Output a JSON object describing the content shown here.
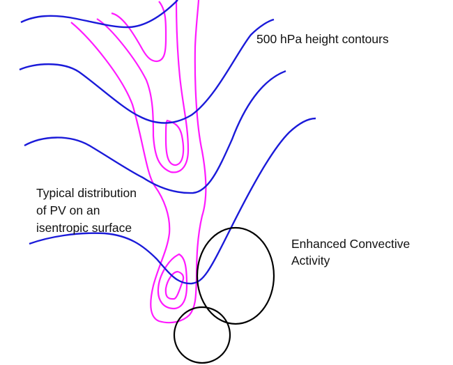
{
  "labels": {
    "height_contours": "500 hPa height contours",
    "pv_line1": "Typical distribution",
    "pv_line2": "of PV on an",
    "pv_line3": "isentropic surface",
    "convection_line1": "Enhanced Convective",
    "convection_line2": "Activity"
  },
  "colors": {
    "pv": "#ff1aff",
    "height": "#1a1ad9",
    "convection": "#000000"
  }
}
